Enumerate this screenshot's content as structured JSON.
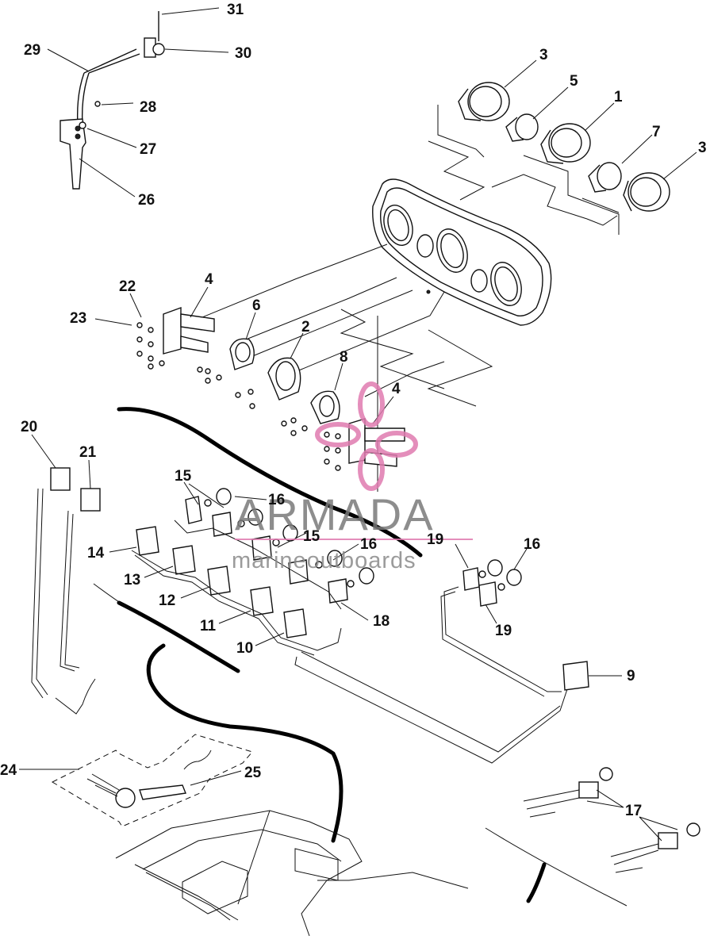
{
  "callouts": [
    {
      "id": "c31",
      "label": "31"
    },
    {
      "id": "c30",
      "label": "30"
    },
    {
      "id": "c29",
      "label": "29"
    },
    {
      "id": "c28",
      "label": "28"
    },
    {
      "id": "c27",
      "label": "27"
    },
    {
      "id": "c26",
      "label": "26"
    },
    {
      "id": "c3a",
      "label": "3"
    },
    {
      "id": "c5",
      "label": "5"
    },
    {
      "id": "c1",
      "label": "1"
    },
    {
      "id": "c7",
      "label": "7"
    },
    {
      "id": "c3b",
      "label": "3"
    },
    {
      "id": "c22",
      "label": "22"
    },
    {
      "id": "c23",
      "label": "23"
    },
    {
      "id": "c4a",
      "label": "4"
    },
    {
      "id": "c6",
      "label": "6"
    },
    {
      "id": "c2",
      "label": "2"
    },
    {
      "id": "c8",
      "label": "8"
    },
    {
      "id": "c4b",
      "label": "4"
    },
    {
      "id": "c20",
      "label": "20"
    },
    {
      "id": "c21",
      "label": "21"
    },
    {
      "id": "c15a",
      "label": "15"
    },
    {
      "id": "c16a",
      "label": "16"
    },
    {
      "id": "c15b",
      "label": "15"
    },
    {
      "id": "c16b",
      "label": "16"
    },
    {
      "id": "c19a",
      "label": "19"
    },
    {
      "id": "c16c",
      "label": "16"
    },
    {
      "id": "c14",
      "label": "14"
    },
    {
      "id": "c13",
      "label": "13"
    },
    {
      "id": "c12",
      "label": "12"
    },
    {
      "id": "c11",
      "label": "11"
    },
    {
      "id": "c10",
      "label": "10"
    },
    {
      "id": "c18",
      "label": "18"
    },
    {
      "id": "c19b",
      "label": "19"
    },
    {
      "id": "c9",
      "label": "9"
    },
    {
      "id": "c24",
      "label": "24"
    },
    {
      "id": "c25",
      "label": "25"
    },
    {
      "id": "c17",
      "label": "17"
    }
  ],
  "watermark": {
    "brand": "ARMADA",
    "subtitle": "marineoutboards",
    "logo_color": "#e07bb0",
    "text_color": "#7a7a7a"
  }
}
